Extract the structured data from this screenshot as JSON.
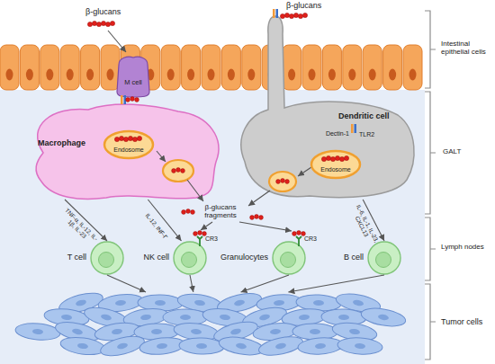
{
  "diagram": {
    "nodes": [
      {
        "text": [
          "M cell"
        ]
      },
      {
        "text": [
          "Macrophage"
        ]
      },
      {
        "text": [
          "Endosome"
        ],
        "in": 1
      },
      {
        "text": [
          "Dendritic cell"
        ]
      },
      {
        "text": [
          "Endosome"
        ],
        "in": 3
      },
      {
        "text": [
          "T cell"
        ]
      },
      {
        "text": [
          "NK cell"
        ]
      },
      {
        "text": [
          "Granulocytes"
        ]
      },
      {
        "text": [
          "B cell"
        ]
      },
      {
        "text": [
          "Tumor cells"
        ]
      }
    ],
    "edges": [
      {
        "from": 1,
        "to": 5,
        "label": "TNF-α, IL-12, IL-1β, IL-23",
        "arrow": "to"
      },
      {
        "from": 1,
        "to": 6,
        "label": "IL-12, INF-Γ",
        "arrow": "to"
      },
      {
        "from": 3,
        "to": 8,
        "label": "IL-6, IL-1, IL-23, CXCL13",
        "arrow": "to"
      },
      {
        "from": 5,
        "to": 9,
        "arrow": "to"
      },
      {
        "from": 6,
        "to": 9,
        "arrow": "to"
      },
      {
        "from": 7,
        "to": 9,
        "arrow": "to"
      },
      {
        "from": 8,
        "to": 9,
        "arrow": "to"
      }
    ],
    "labels": [
      "Intestinal epithelial cells",
      "GALT",
      "Lymph nodes",
      "β-glucans",
      "β-glucans",
      "Dectin-1",
      "TLR2",
      "β-glucans fragments",
      "CR3",
      "CR3"
    ]
  }
}
